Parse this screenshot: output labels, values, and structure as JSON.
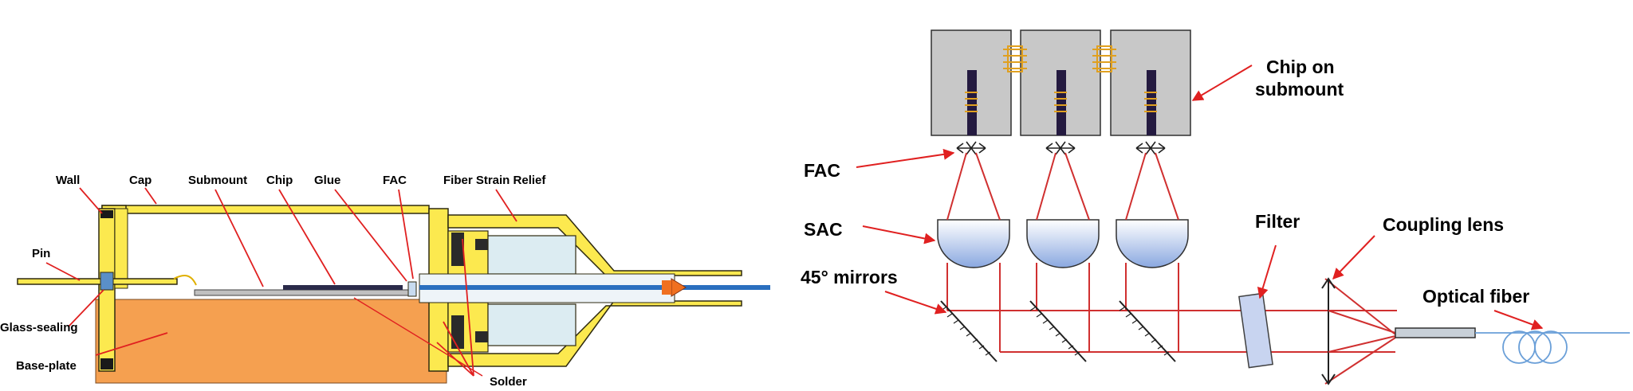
{
  "left_diagram": {
    "labels": {
      "wall": "Wall",
      "cap": "Cap",
      "submount": "Submount",
      "chip": "Chip",
      "glue": "Glue",
      "fac": "FAC",
      "fiber_strain_relief": "Fiber Strain Relief",
      "pin": "Pin",
      "glass_sealing": "Glass-sealing",
      "base_plate": "Base-plate",
      "solder": "Solder"
    },
    "colors": {
      "housing": "#fce94f",
      "housing_stroke": "#2e2a10",
      "base_plate": "#f5a050",
      "ferrule": "#dcecf2",
      "fiber_core": "#2a6fbf",
      "tip": "#f07020",
      "leader": "#e02020"
    }
  },
  "right_diagram": {
    "labels": {
      "chip_on_submount": [
        "Chip on",
        "submount"
      ],
      "fac": "FAC",
      "sac": "SAC",
      "mirrors": "45° mirrors",
      "filter": "Filter",
      "coupling_lens": "Coupling lens",
      "optical_fiber": "Optical fiber"
    },
    "colors": {
      "submount": "#c8c8c8",
      "chip": "#241a40",
      "coil": "#e0a020",
      "beam": "#d03030",
      "lens_top": "#ffffff",
      "lens_bottom": "#8aa8e0",
      "fiber": "#6a9fd8",
      "arrow": "#e02020"
    }
  }
}
